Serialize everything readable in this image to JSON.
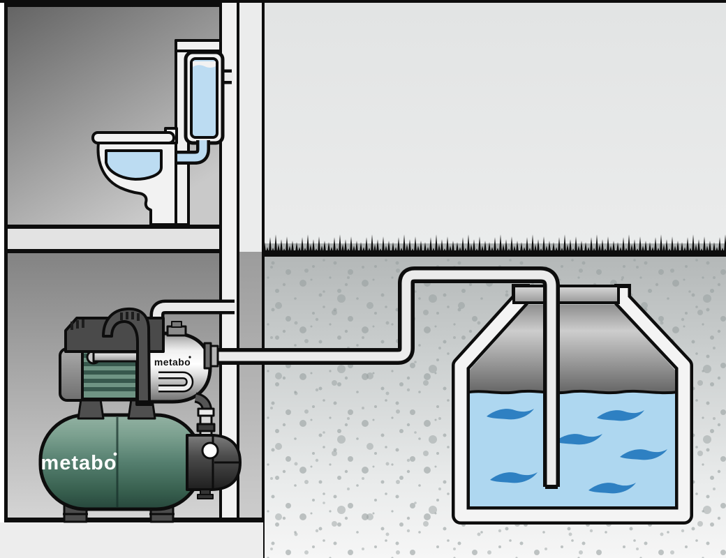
{
  "illustration": {
    "description": "Cutaway installation diagram: Metabo domestic waterworks pump in a basement drawing water from an underground cistern and supplying an upstairs toilet",
    "labels": {
      "tank_logo": "metabo",
      "pump_logo": "metabo"
    },
    "objects": [
      "toilet-with-cistern",
      "wall-pipe-duct",
      "pressure-tank",
      "pump-motor",
      "pump-head",
      "pressure-switch",
      "suction-pipe",
      "riser-pipe",
      "underground-cistern",
      "cistern-lid",
      "suction-drop-pipe",
      "grass",
      "soil"
    ],
    "colors": {
      "outline": "#0d0d0d",
      "metabo_green_light": "#93b2a3",
      "metabo_green_dark": "#27473c",
      "toilet_water_blue": "#bcdcf2",
      "cistern_water_blue": "#aed7f0",
      "wave_blue": "#2e80c2",
      "pipe_fill": "#ebebeb",
      "sky_gray": "#e6e8e8",
      "ground_gray": "#ccd0d0"
    }
  }
}
